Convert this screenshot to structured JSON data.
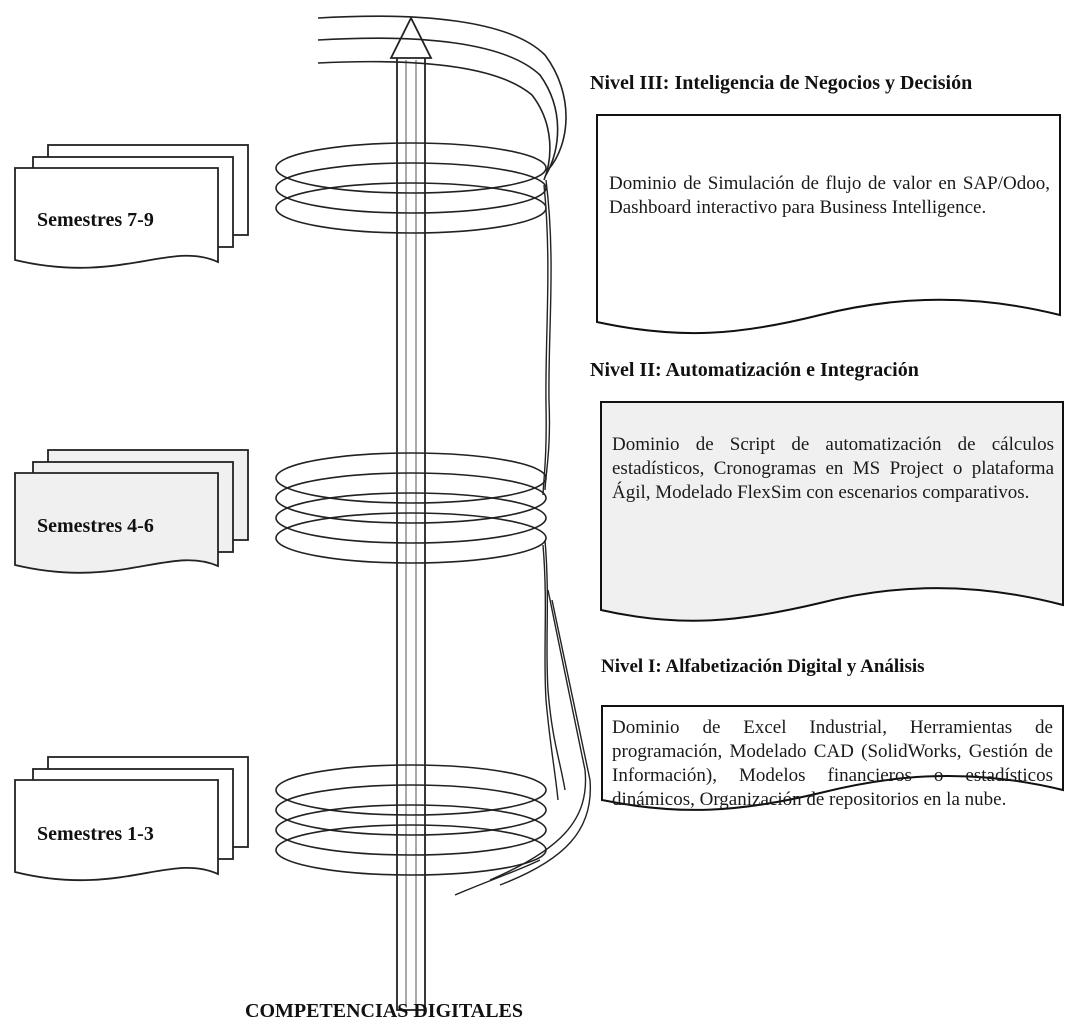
{
  "diagram": {
    "bottom_title": "COMPETENCIAS DIGITALES",
    "levels": [
      {
        "id": "nivel-3",
        "heading": "Nivel III: Inteligencia de Negocios y Decisión",
        "text": "Dominio de Simulación de flujo de valor en SAP/Odoo, Dashboard interactivo para Business Intelligence.",
        "semesters": "Semestres 7-9",
        "fill": "#ffffff"
      },
      {
        "id": "nivel-2",
        "heading": "Nivel II: Automatización  e Integración",
        "text": "Dominio de Script de automatización de cálculos estadísticos, Cronogramas en MS Project o plataforma Ágil, Modelado FlexSim con escenarios comparativos.",
        "semesters": "Semestres 4-6",
        "fill": "#f0f0f0"
      },
      {
        "id": "nivel-1",
        "heading": "Nivel I: Alfabetización Digital y Análisis",
        "text": "Dominio de Excel Industrial, Herramientas de programación, Modelado CAD (SolidWorks, Gestión de Información), Modelos financieros o estadísticos dinámicos, Organización de repositorios en la nube.",
        "semesters": "Semestres 1-3",
        "fill": "#ffffff"
      }
    ]
  }
}
